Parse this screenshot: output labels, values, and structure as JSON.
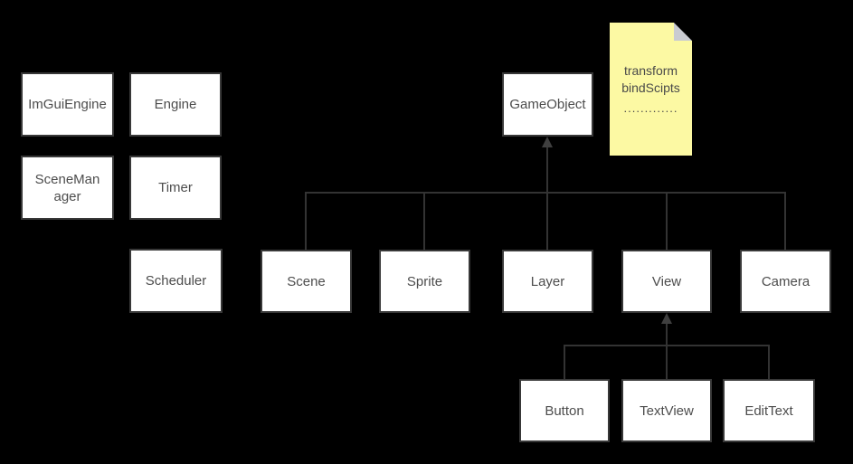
{
  "diagram": {
    "nodes": [
      {
        "id": "imguiengine",
        "label": "ImGuiEngine"
      },
      {
        "id": "engine",
        "label": "Engine"
      },
      {
        "id": "scenemanager",
        "label": "SceneManager"
      },
      {
        "id": "timer",
        "label": "Timer"
      },
      {
        "id": "scheduler",
        "label": "Scheduler"
      },
      {
        "id": "gameobject",
        "label": "GameObject"
      },
      {
        "id": "scene",
        "label": "Scene"
      },
      {
        "id": "sprite",
        "label": "Sprite"
      },
      {
        "id": "layer",
        "label": "Layer"
      },
      {
        "id": "view",
        "label": "View"
      },
      {
        "id": "camera",
        "label": "Camera"
      },
      {
        "id": "button",
        "label": "Button"
      },
      {
        "id": "textview",
        "label": "TextView"
      },
      {
        "id": "edittext",
        "label": "EditText"
      }
    ],
    "edges": [
      {
        "from": "Scene",
        "to": "GameObject",
        "type": "inheritance-arrow"
      },
      {
        "from": "Sprite",
        "to": "GameObject",
        "type": "inheritance-arrow"
      },
      {
        "from": "Layer",
        "to": "GameObject",
        "type": "inheritance-arrow"
      },
      {
        "from": "View",
        "to": "GameObject",
        "type": "inheritance-arrow"
      },
      {
        "from": "Camera",
        "to": "GameObject",
        "type": "inheritance-arrow"
      },
      {
        "from": "Button",
        "to": "View",
        "type": "inheritance-arrow"
      },
      {
        "from": "TextView",
        "to": "View",
        "type": "inheritance-arrow"
      },
      {
        "from": "EditText",
        "to": "View",
        "type": "inheritance-arrow"
      }
    ],
    "note": {
      "lines": [
        "transform",
        "bindScipts",
        "............."
      ]
    },
    "colors": {
      "canvas_bg": "#000000",
      "box_bg": "#ffffff",
      "box_border": "#383838",
      "box_text": "#4d4d4d",
      "edge_line": "#333333",
      "arrowhead": "#3f3f3f",
      "note_bg": "#fcf9a3",
      "note_fold": "#c9cbd1",
      "note_text": "#4a4a4a"
    }
  }
}
